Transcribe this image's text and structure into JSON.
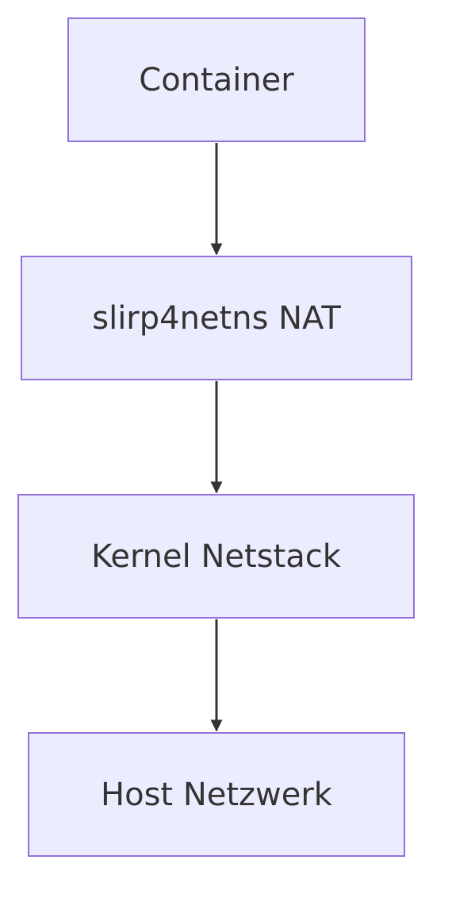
{
  "diagram": {
    "type": "flowchart",
    "direction": "top-down",
    "colors": {
      "node_fill": "#ececff",
      "node_border": "#9370db",
      "edge": "#333333",
      "text": "#333333"
    },
    "nodes": [
      {
        "id": "container",
        "label": "Container"
      },
      {
        "id": "slirp",
        "label": "slirp4netns NAT"
      },
      {
        "id": "kernel",
        "label": "Kernel Netstack"
      },
      {
        "id": "host",
        "label": "Host Netzwerk"
      }
    ],
    "edges": [
      {
        "from": "container",
        "to": "slirp"
      },
      {
        "from": "slirp",
        "to": "kernel"
      },
      {
        "from": "kernel",
        "to": "host"
      }
    ]
  }
}
